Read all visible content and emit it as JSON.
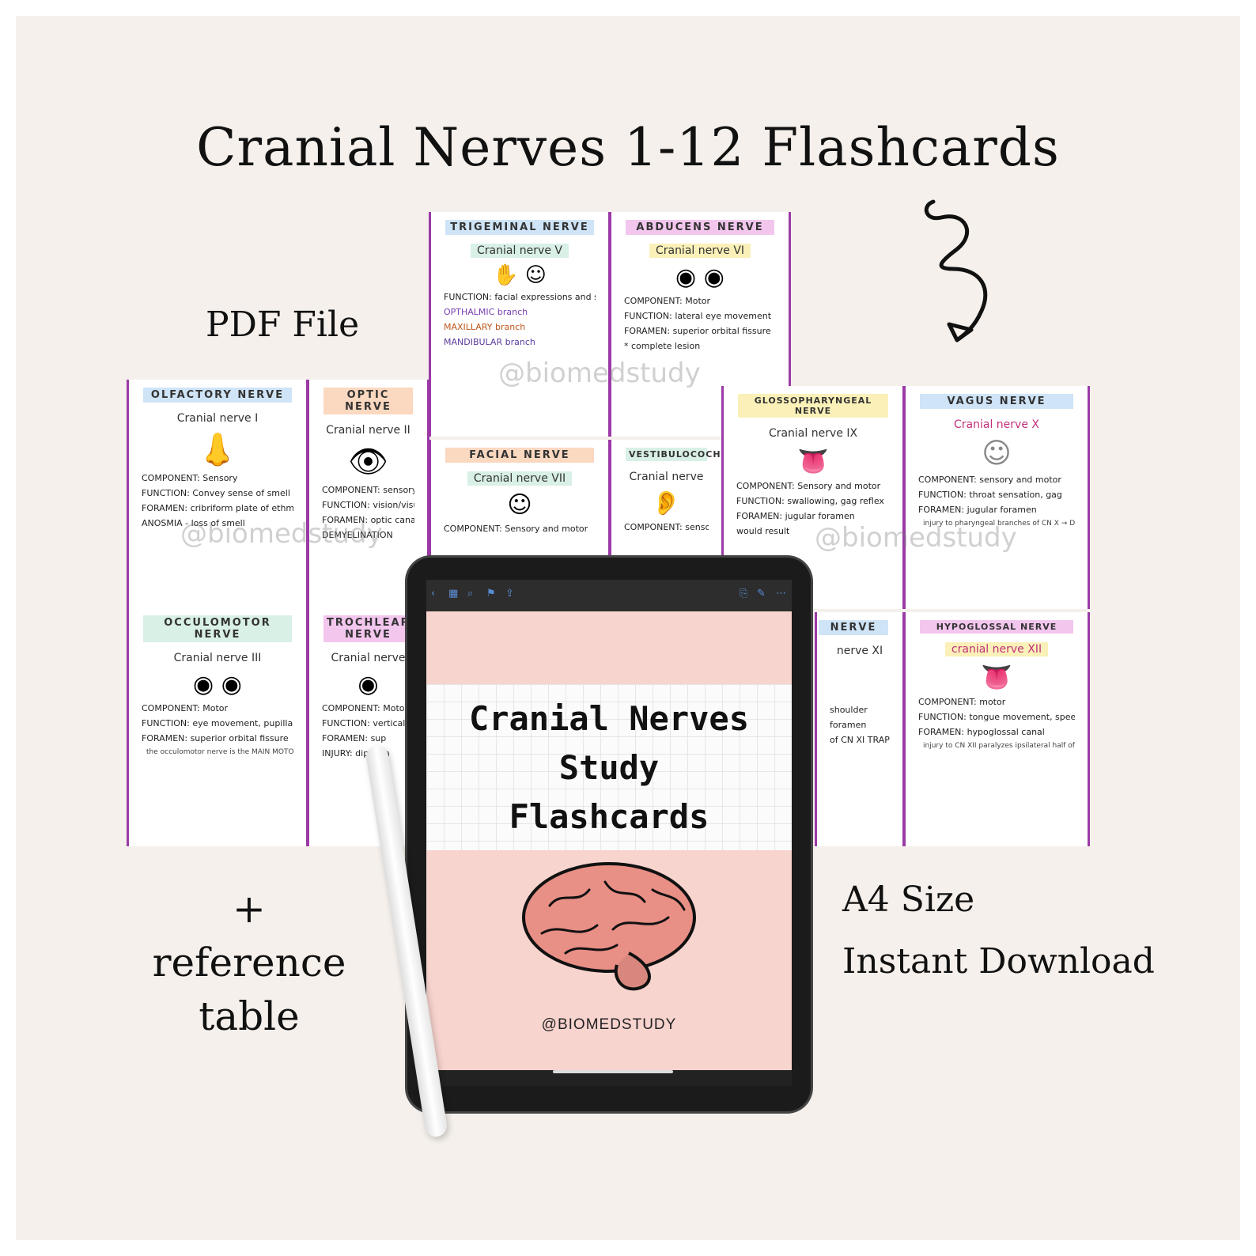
{
  "title": "Cranial Nerves 1-12 Flashcards",
  "labels": {
    "pdf": "PDF File",
    "reference_line1": "+ reference",
    "reference_line2": "table",
    "size": "A4 Size",
    "download": "Instant Download"
  },
  "watermark": "@biomedstudy",
  "cards": {
    "trigeminal": {
      "header": "TRIGEMINAL NERVE",
      "sub": "Cranial nerve V",
      "l1": "FUNCTION: facial expressions and sensations",
      "l2": "OPTHALMIC branch",
      "l3": "MAXILLARY branch",
      "l4": "MANDIBULAR branch"
    },
    "abducens": {
      "header": "ABDUCENS NERVE",
      "sub": "Cranial nerve VI",
      "l1": "COMPONENT: Motor",
      "l2": "FUNCTION: lateral eye movement",
      "l3": "FORAMEN: superior orbital fissure",
      "l4": "* complete lesion"
    },
    "olfactory": {
      "header": "OLFACTORY NERVE",
      "sub": "Cranial nerve I",
      "l1": "COMPONENT: Sensory",
      "l2": "FUNCTION: Convey sense of smell",
      "l3": "FORAMEN: cribriform plate of ethmoid",
      "l4": "ANOSMIA - loss of smell"
    },
    "optic": {
      "header": "OPTIC NERVE",
      "sub": "Cranial nerve II",
      "l1": "COMPONENT: sensory",
      "l2": "FUNCTION: vision/visual",
      "l3": "FORAMEN: optic canal",
      "l4": "DEMYELINATION"
    },
    "facial": {
      "header": "FACIAL NERVE",
      "sub": "Cranial nerve VII",
      "l1": "COMPONENT: Sensory and motor"
    },
    "vestibulocochlear": {
      "header": "VESTIBULOCOCHLEAR",
      "sub": "Cranial nerve",
      "l1": "COMPONENT: sensory"
    },
    "glossopharyngeal": {
      "header": "GLOSSOPHARYNGEAL NERVE",
      "sub": "Cranial nerve IX",
      "l1": "COMPONENT: Sensory and motor",
      "l2": "FUNCTION: swallowing, gag reflex",
      "l3": "FORAMEN: jugular foramen",
      "l4": "would result"
    },
    "vagus": {
      "header": "VAGUS NERVE",
      "sub": "Cranial nerve X",
      "l1": "COMPONENT: sensory and motor",
      "l2": "FUNCTION: throat sensation, gag",
      "l3": "FORAMEN: jugular foramen",
      "l4": "injury to pharyngeal branches of CN X → DYSPHAGIA"
    },
    "oculomotor": {
      "header": "OCCULOMOTOR NERVE",
      "sub": "Cranial nerve III",
      "l1": "COMPONENT: Motor",
      "l2": "FUNCTION: eye movement, pupillary dilation/constriction",
      "l3": "FORAMEN: superior orbital fissure",
      "l4": "the occulomotor nerve is the MAIN MOTOR nerve to the ocular/extraocular muscles"
    },
    "trochlear": {
      "header": "TROCHLEAR NERVE",
      "sub": "Cranial nerve",
      "l1": "COMPONENT: Motor",
      "l2": "FUNCTION: vertical",
      "l3": "FORAMEN: sup",
      "l4": "INJURY: diplopia"
    },
    "accessory": {
      "header": "NERVE",
      "sub": "nerve XI",
      "l1": "shoulder",
      "l2": "foramen",
      "l3": "of CN XI TRAPEZIUS"
    },
    "hypoglossal": {
      "header": "HYPOGLOSSAL NERVE",
      "sub": "cranial nerve XII",
      "l1": "COMPONENT: motor",
      "l2": "FUNCTION: tongue movement, speech",
      "l3": "FORAMEN: hypoglossal canal",
      "l4": "injury to CN XII paralyzes ipsilateral half of tongue"
    }
  },
  "tablet": {
    "cover_line1": "Cranial Nerves",
    "cover_line2": "Study",
    "cover_line3": "Flashcards",
    "brand": "@BIOMEDSTUDY"
  },
  "colors": {
    "background": "#f5f0eb",
    "card_border": "#9b3aa6",
    "cover_pink": "#f8d4cf",
    "brain": "#e88f86"
  }
}
